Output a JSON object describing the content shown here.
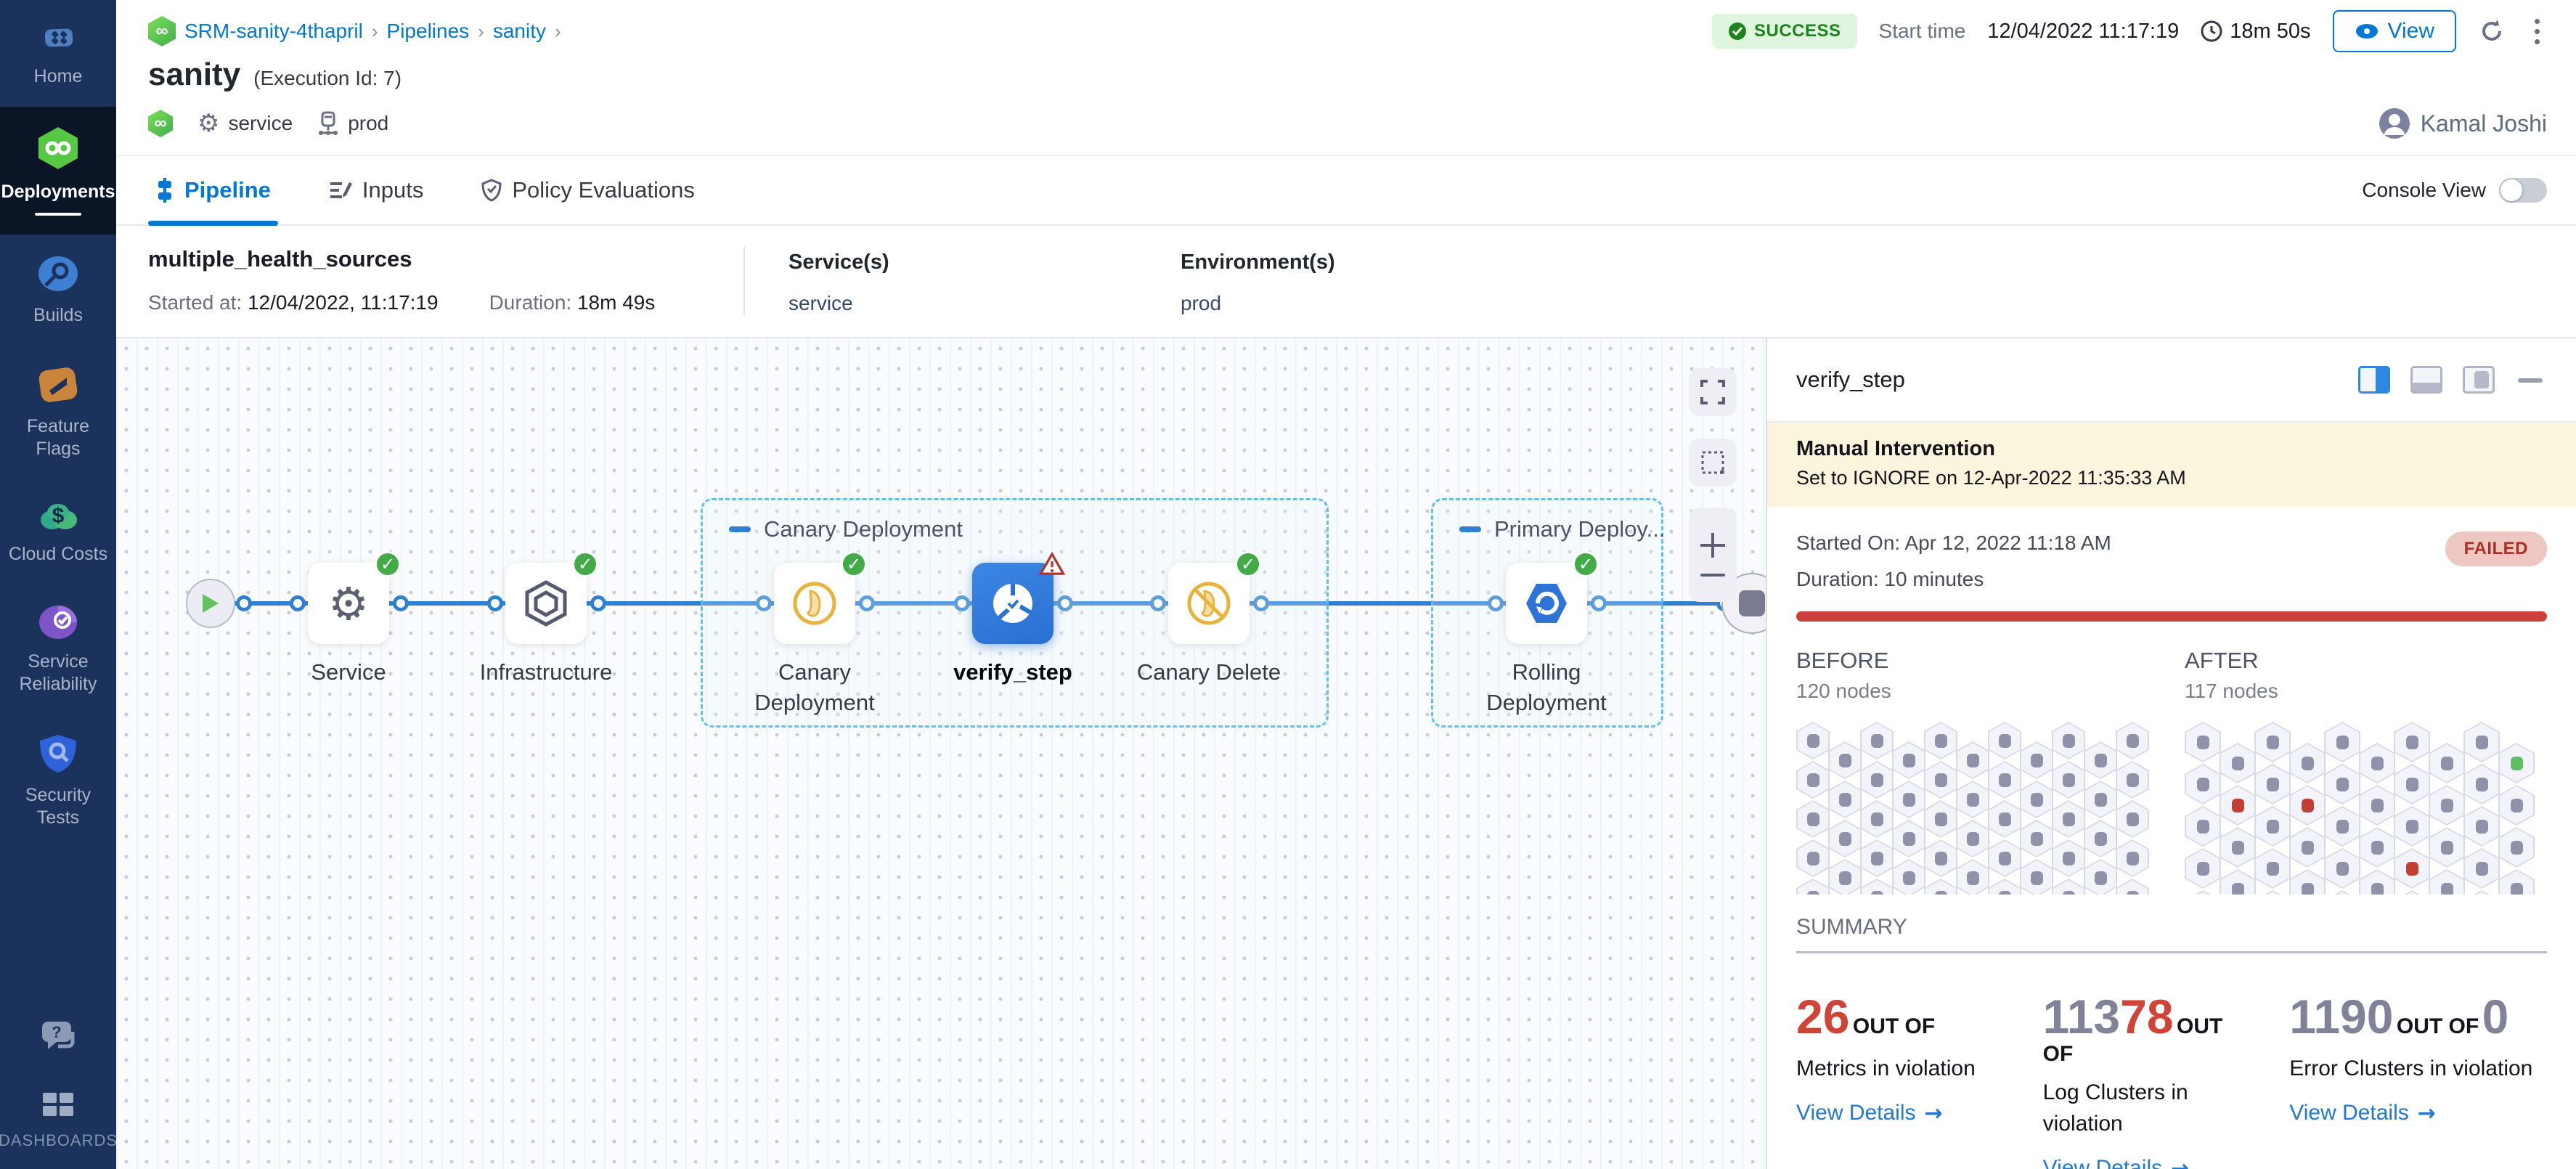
{
  "sidebar": {
    "items": [
      {
        "label": "Home"
      },
      {
        "label": "Deployments"
      },
      {
        "label": "Builds"
      },
      {
        "label": "Feature Flags"
      },
      {
        "label": "Cloud Costs"
      },
      {
        "label": "Service Reliability"
      },
      {
        "label": "Security Tests"
      },
      {
        "label": "DASHBOARDS"
      }
    ]
  },
  "breadcrumb": {
    "project": "SRM-sanity-4thapril",
    "pipelines": "Pipelines",
    "pipeline": "sanity"
  },
  "header": {
    "title": "sanity",
    "execution_id": "(Execution Id: 7)",
    "status": "SUCCESS",
    "start_time_label": "Start time",
    "start_time": "12/04/2022 11:17:19",
    "elapsed": "18m 50s",
    "view_button": "View",
    "service_tag": "service",
    "environment_tag": "prod",
    "user": "Kamal Joshi"
  },
  "tabs": {
    "pipeline": "Pipeline",
    "inputs": "Inputs",
    "policy": "Policy Evaluations",
    "console_view": "Console View"
  },
  "stage": {
    "name": "multiple_health_sources",
    "started_label": "Started at:",
    "started": "12/04/2022, 11:17:19",
    "duration_label": "Duration:",
    "duration": "18m 49s",
    "services_label": "Service(s)",
    "service": "service",
    "environments_label": "Environment(s)",
    "environment": "prod"
  },
  "pipeline": {
    "groups": [
      {
        "label": "Canary Deployment"
      },
      {
        "label": "Primary Deploy..."
      }
    ],
    "nodes": [
      {
        "label": "Service",
        "status": "success"
      },
      {
        "label": "Infrastructure",
        "status": "success"
      },
      {
        "label": "Canary Deployment",
        "status": "success"
      },
      {
        "label": "verify_step",
        "status": "warning"
      },
      {
        "label": "Canary Delete",
        "status": "success"
      },
      {
        "label": "Rolling Deployment",
        "status": "success"
      }
    ]
  },
  "panel": {
    "title": "verify_step",
    "banner": {
      "title": "Manual Intervention",
      "subtitle": "Set to IGNORE on 12-Apr-2022 11:35:33 AM"
    },
    "started": "Started On: Apr 12, 2022 11:18 AM",
    "duration": "Duration: 10 minutes",
    "status": "FAILED",
    "before": {
      "label": "BEFORE",
      "count": "120 nodes"
    },
    "after": {
      "label": "AFTER",
      "count": "117 nodes"
    },
    "hex": {
      "dot_color": "#8f92a8",
      "before": {
        "cols": 11,
        "rows": 5,
        "special": []
      },
      "after": {
        "cols": 10,
        "rows": 5,
        "special": [
          {
            "col": 1,
            "row": 1,
            "color": "#c23f38"
          },
          {
            "col": 3,
            "row": 1,
            "color": "#c23f38"
          },
          {
            "col": 6,
            "row": 3,
            "color": "#c23f38"
          },
          {
            "col": 9,
            "row": 0,
            "color": "#5fbf62"
          }
        ]
      }
    },
    "summary_label": "SUMMARY",
    "summary": [
      {
        "num_red": "26",
        "unit": "OUT OF",
        "desc": "Metrics in violation",
        "link": "View Details"
      },
      {
        "num_gray": "113",
        "num_red": "78",
        "unit": "OUT OF",
        "desc": "Log Clusters in violation",
        "link": "View Details"
      },
      {
        "num_gray": "1190",
        "unit": "OUT OF",
        "num2_gray": "0",
        "desc": "Error Clusters in violation",
        "link": "View Details"
      }
    ]
  }
}
